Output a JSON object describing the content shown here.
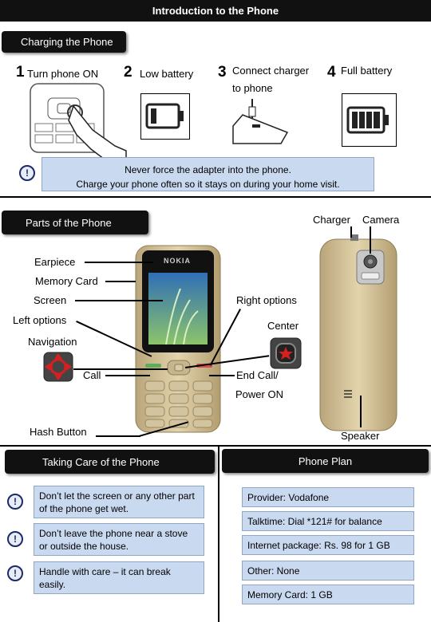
{
  "header": {
    "title": "Introduction to the Phone"
  },
  "charging": {
    "section_title": "Charging the Phone",
    "steps": [
      {
        "num": "1",
        "label": "Turn phone ON"
      },
      {
        "num": "2",
        "label": "Low battery"
      },
      {
        "num": "3",
        "label": "Connect charger",
        "label2": "to phone"
      },
      {
        "num": "4",
        "label": "Full battery"
      }
    ],
    "warning_line1": "Never force the adapter into the phone.",
    "warning_line2": "Charge your phone often so it stays on during your home visit."
  },
  "parts": {
    "section_title": "Parts of the Phone",
    "earpiece": "Earpiece",
    "memory_card": "Memory Card",
    "screen": "Screen",
    "left_options": "Left options",
    "navigation": "Navigation",
    "call": "Call",
    "hash_button": "Hash Button",
    "charger": "Charger",
    "camera": "Camera",
    "right_options": "Right options",
    "center": "Center",
    "end_call": "End Call/",
    "power_on": "Power ON",
    "speaker": "Speaker",
    "brand": "NOKIA"
  },
  "care": {
    "section_title": "Taking Care of the Phone",
    "items": [
      "Don’t let the screen or any other part of the phone get wet.",
      "Don’t leave the phone near a stove or outside the house.",
      "Handle with care – it can break easily."
    ]
  },
  "plan": {
    "section_title": "Phone Plan",
    "items": [
      "Provider: Vodafone",
      "Talktime: Dial *121# for balance",
      "Internet package: Rs. 98 for 1 GB",
      "Other: None",
      "Memory Card: 1 GB"
    ]
  },
  "colors": {
    "dark": "#111111",
    "note_bg": "#c9d9ef",
    "note_border": "#8fa6c6",
    "phone_gold": "#d6c49a"
  }
}
